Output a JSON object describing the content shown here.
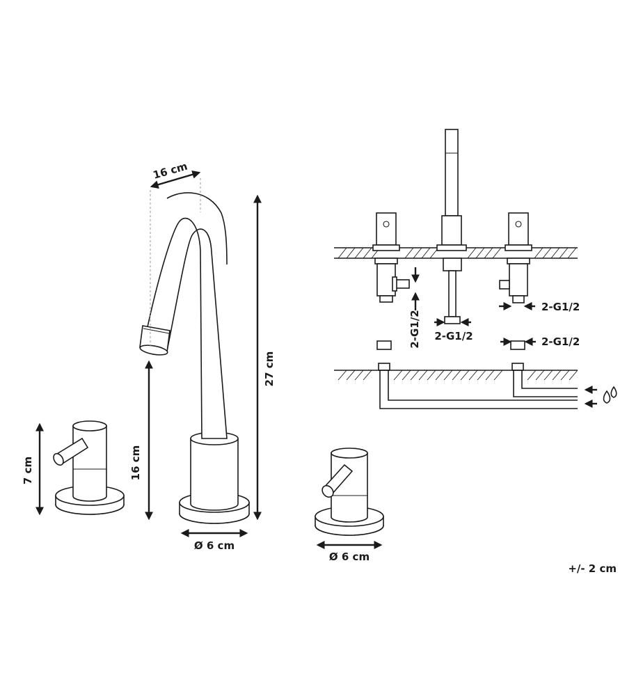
{
  "labels": {
    "spout_reach": "16 cm",
    "spout_height": "16 cm",
    "total_height": "27 cm",
    "handle_height": "7 cm",
    "base_diameter_tap": "Ø 6 cm",
    "base_diameter_handle": "Ø 6 cm",
    "conn_left_vertical": "2-G1/2",
    "conn_center": "2-G1/2",
    "conn_right": "2-G1/2",
    "conn_lower_right": "2-G1/2",
    "tolerance": "+/- 2 cm"
  },
  "icons": {
    "water_supply": "water-drops-icon"
  },
  "colors": {
    "stroke": "#1a1a1a",
    "background": "#ffffff",
    "guide_line": "#999999"
  }
}
